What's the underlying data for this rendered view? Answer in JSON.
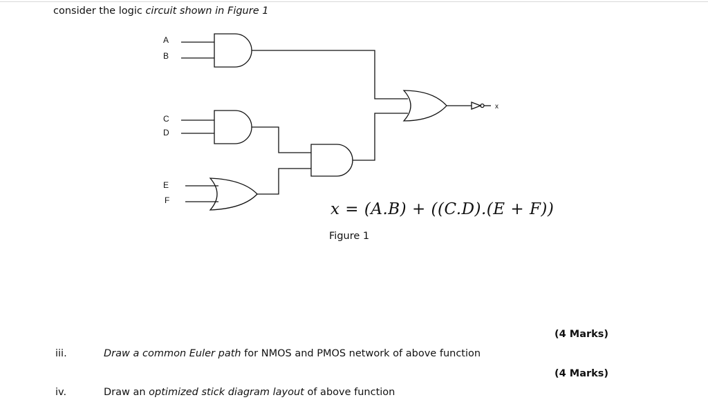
{
  "intro": {
    "prefix": "consider the logic ",
    "emphasis": "circuit shown in Figure 1"
  },
  "circuit": {
    "inputs": [
      "A",
      "B",
      "C",
      "D",
      "E",
      "F"
    ],
    "output": "x"
  },
  "equation": "x = (A.B) + ((C.D).(E + F))",
  "figure_caption": "Figure 1",
  "marks_1": "(4 Marks)",
  "marks_2": "(4 Marks)",
  "question_iii": {
    "number": "iii.",
    "emphasis": "Draw a common Euler path",
    "rest": " for NMOS and PMOS network of above function"
  },
  "question_iv": {
    "number": "iv.",
    "prefix": "Draw an ",
    "emphasis": "optimized stick diagram layout",
    "rest": " of above function"
  }
}
